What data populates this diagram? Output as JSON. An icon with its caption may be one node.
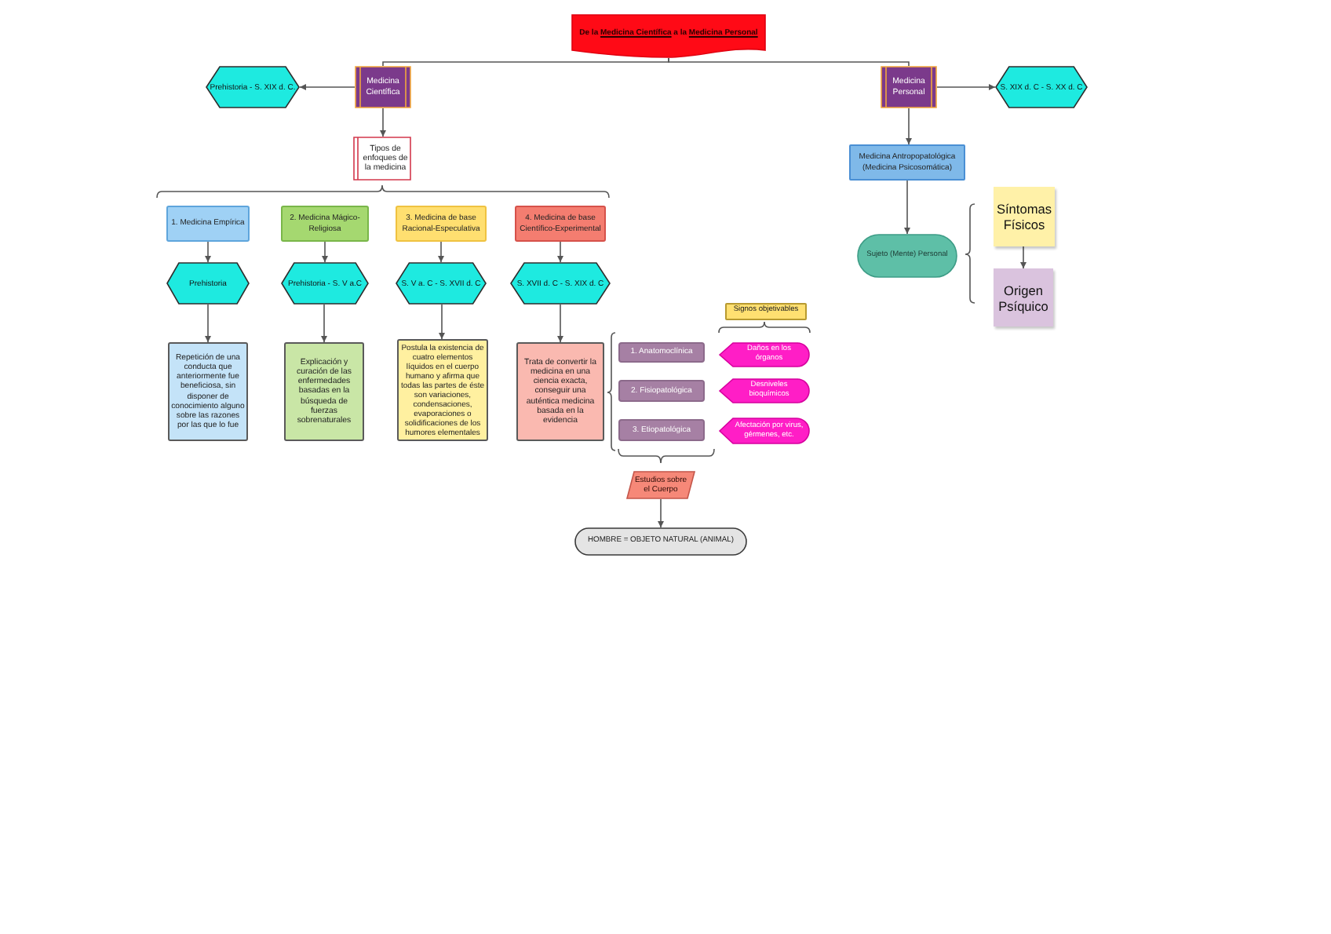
{
  "diagram": {
    "nodes": [
      {
        "text": [
          "De la **Medicina Científica** a la **Medicina Personal**"
        ]
      },
      {
        "text": [
          "Medicina Científica"
        ]
      },
      {
        "text": [
          "Prehistoria - S. XIX d. C."
        ]
      },
      {
        "text": [
          "Medicina Personal"
        ]
      },
      {
        "text": [
          "S. XIX d. C - S. XX d. C"
        ]
      },
      {
        "text": [
          "Tipos de enfoques de la medicina"
        ]
      },
      {
        "text": [
          "1. Medicina Empírica"
        ]
      },
      {
        "text": [
          "2. Medicina Mágico-Religiosa"
        ]
      },
      {
        "text": [
          "3. Medicina de base Racional-Especulativa"
        ]
      },
      {
        "text": [
          "4. Medicina de base Científico-Experimental"
        ]
      },
      {
        "text": [
          "Prehistoria"
        ]
      },
      {
        "text": [
          "Prehistoria - S. V a.C"
        ]
      },
      {
        "text": [
          "S. V a. C - S. XVII d. C"
        ]
      },
      {
        "text": [
          "S. XVII d. C - S. XIX d. C"
        ]
      },
      {
        "text": [
          "Repetición de una conducta que anteriormente fue beneficiosa, sin disponer de conocimiento alguno sobre las razones por las que lo fue"
        ]
      },
      {
        "text": [
          "Explicación y curación de las enfermedades basadas en la búsqueda de fuerzas sobrenaturales"
        ]
      },
      {
        "text": [
          "Postula la existencia de cuatro elementos líquidos en el cuerpo humano y afirma que todas las partes de éste son variaciones, condensaciones, evaporaciones o solidificaciones de los humores elementales"
        ]
      },
      {
        "text": [
          "Trata de convertir la medicina en una ciencia exacta, conseguir una auténtica medicina basada en la evidencia"
        ]
      },
      {
        "text": [
          "Signos objetivables"
        ]
      },
      {
        "text": [
          "1. Anatomoclínica"
        ]
      },
      {
        "text": [
          "Daños en los órganos"
        ]
      },
      {
        "text": [
          "2. Fisiopatológica"
        ]
      },
      {
        "text": [
          "Desniveles bioquímicos"
        ]
      },
      {
        "text": [
          "3. Etiopatológica"
        ]
      },
      {
        "text": [
          "Afectación por virus, gérmenes, etc."
        ]
      },
      {
        "text": [
          "Estudios sobre el Cuerpo"
        ]
      },
      {
        "text": [
          "HOMBRE = OBJETO NATURAL (ANIMAL)"
        ]
      },
      {
        "text": [
          "Medicina Antropopatológica (Medicina Psicosomática)"
        ]
      },
      {
        "text": [
          "Sujeto (Mente) Personal"
        ]
      },
      {
        "text": [
          "Síntomas Físicos"
        ]
      },
      {
        "text": [
          "Origen Psíquico"
        ]
      }
    ],
    "edges": [
      {
        "from": 0,
        "to": 1,
        "arrow": "none"
      },
      {
        "from": 0,
        "to": 3,
        "arrow": "none"
      },
      {
        "from": 1,
        "to": 2,
        "arrow": "to"
      },
      {
        "from": 3,
        "to": 4,
        "arrow": "to"
      },
      {
        "from": 1,
        "to": 5,
        "arrow": "to"
      },
      {
        "from": 6,
        "to": 10,
        "arrow": "to"
      },
      {
        "from": 7,
        "to": 11,
        "arrow": "to"
      },
      {
        "from": 8,
        "to": 12,
        "arrow": "to"
      },
      {
        "from": 9,
        "to": 13,
        "arrow": "to"
      },
      {
        "from": 10,
        "to": 14,
        "arrow": "to"
      },
      {
        "from": 11,
        "to": 15,
        "arrow": "to"
      },
      {
        "from": 12,
        "to": 16,
        "arrow": "to"
      },
      {
        "from": 13,
        "to": 17,
        "arrow": "to"
      },
      {
        "from": 25,
        "to": 26,
        "arrow": "to"
      },
      {
        "from": 3,
        "to": 27,
        "arrow": "to"
      },
      {
        "from": 27,
        "to": 28,
        "arrow": "to"
      },
      {
        "from": 29,
        "to": 30,
        "arrow": "to"
      }
    ]
  }
}
